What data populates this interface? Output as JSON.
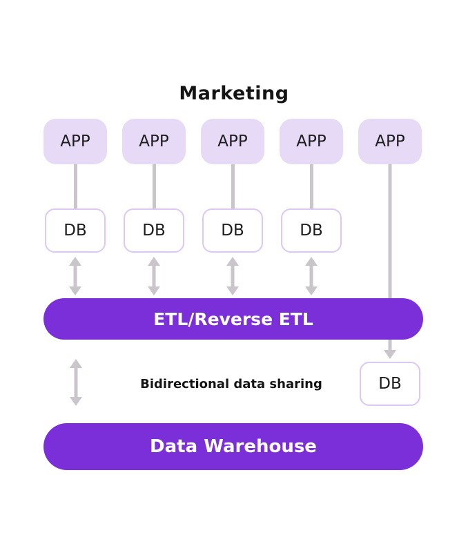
{
  "title": "Marketing",
  "apps": [
    {
      "label": "APP"
    },
    {
      "label": "APP"
    },
    {
      "label": "APP"
    },
    {
      "label": "APP"
    },
    {
      "label": "APP"
    }
  ],
  "databases": [
    {
      "label": "DB"
    },
    {
      "label": "DB"
    },
    {
      "label": "DB"
    },
    {
      "label": "DB"
    },
    {
      "label": "DB"
    }
  ],
  "etl_bar": {
    "label": "ETL/Reverse ETL"
  },
  "warehouse_bar": {
    "label": "Data Warehouse"
  },
  "sharing_note": {
    "label": "Bidirectional data sharing"
  },
  "colors": {
    "accent_purple": "#7B2FD8",
    "app_fill": "#E7DAF6",
    "db_border": "#DCC7F5",
    "arrow_gray": "#C9C5CA",
    "text_dark": "#141414",
    "bar_text": "#FFFFFF"
  }
}
